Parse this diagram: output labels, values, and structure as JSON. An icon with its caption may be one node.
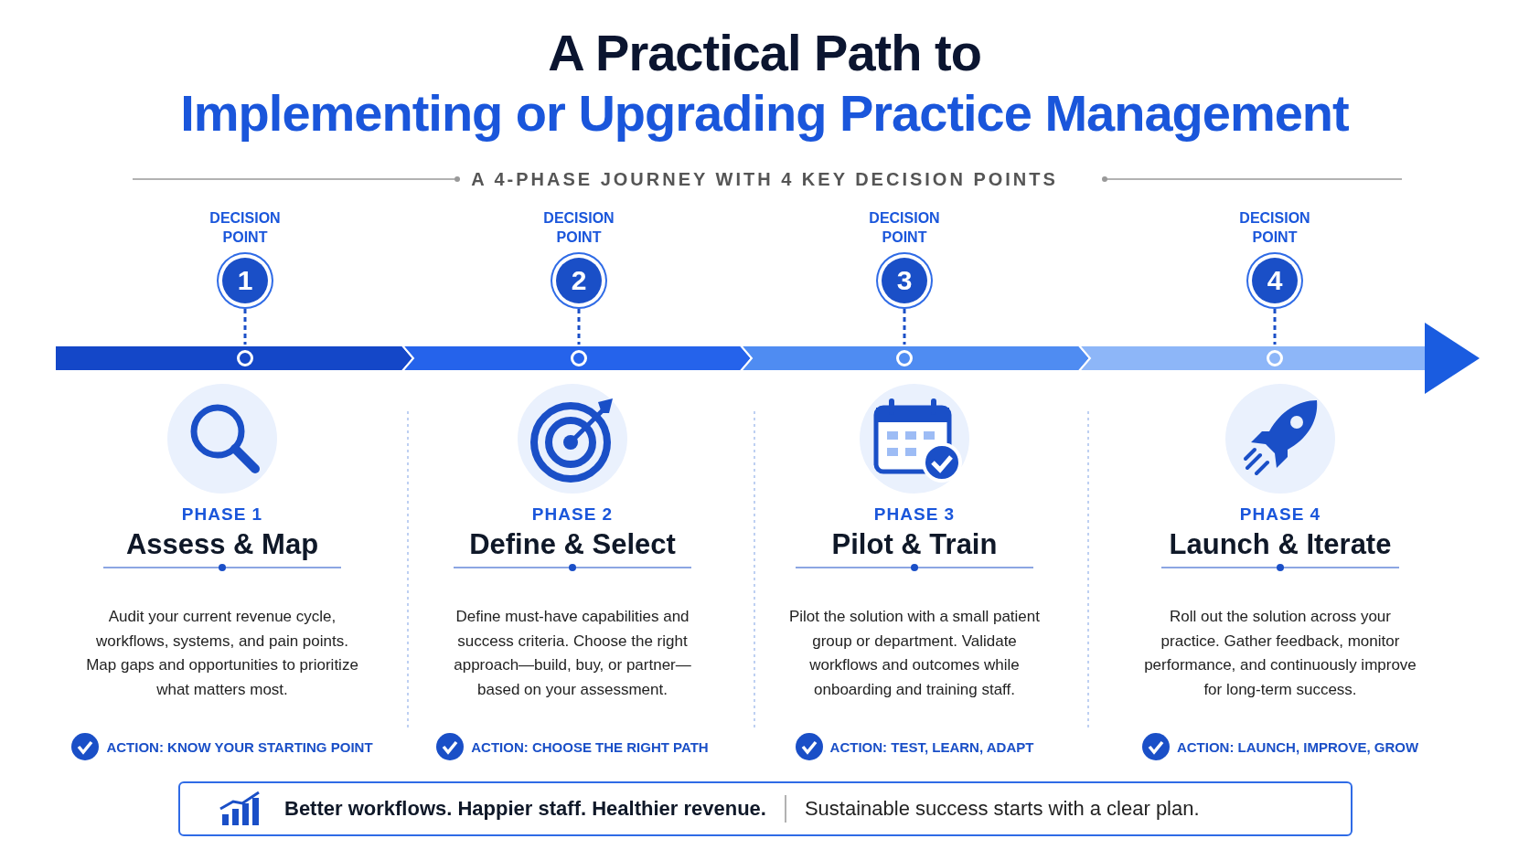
{
  "diagram": {
    "title": "A Practical Path to",
    "nodes": [
      {
        "text": [
          "1"
        ],
        "beside": [
          "DECISION POINT"
        ]
      },
      {
        "text": [
          "2"
        ],
        "beside": [
          "DECISION POINT"
        ]
      },
      {
        "text": [
          "3"
        ],
        "beside": [
          "DECISION POINT"
        ]
      },
      {
        "text": [
          "4"
        ],
        "beside": [
          "DECISION POINT"
        ]
      },
      {
        "text": [],
        "shape": "circle"
      },
      {
        "text": [],
        "shape": "circle"
      },
      {
        "text": [],
        "shape": "circle"
      },
      {
        "text": [],
        "shape": "circle"
      },
      {
        "text": [
          "PHASE 1",
          "Assess & Map",
          "Audit your current revenue cycle, workflows, systems, and pain points. Map gaps and opportunities to prioritize what matters most.",
          "ACTION: KNOW YOUR STARTING POINT"
        ]
      },
      {
        "text": [
          "PHASE 2",
          "Define & Select",
          "Define must-have capabilities and success criteria. Choose the right approach—build, buy, or partner—based on your assessment.",
          "ACTION: CHOOSE THE RIGHT PATH"
        ]
      },
      {
        "text": [
          "PHASE 3",
          "Pilot & Train",
          "Pilot the solution with a small patient group or department. Validate workflows and outcomes while onboarding and training staff.",
          "ACTION: TEST, LEARN, ADAPT"
        ]
      },
      {
        "text": [
          "PHASE 4",
          "Launch & Iterate",
          "Roll out the solution across your practice. Gather feedback, monitor performance, and continuously improve for long-term success.",
          "ACTION: LAUNCH, IMPROVE, GROW"
        ]
      }
    ],
    "edges": [
      {
        "from": 0,
        "to": 4,
        "arrow": "none",
        "style": "dashed"
      },
      {
        "from": 1,
        "to": 5,
        "arrow": "none",
        "style": "dashed"
      },
      {
        "from": 2,
        "to": 6,
        "arrow": "none",
        "style": "dashed"
      },
      {
        "from": 3,
        "to": 7,
        "arrow": "none",
        "style": "dashed"
      }
    ],
    "labels": [
      "Implementing or Upgrading Practice Management",
      "A 4-PHASE JOURNEY WITH 4 KEY DECISION POINTS",
      "Better workflows. Happier staff. Healthier revenue.",
      "Sustainable success starts with a clear plan."
    ]
  }
}
